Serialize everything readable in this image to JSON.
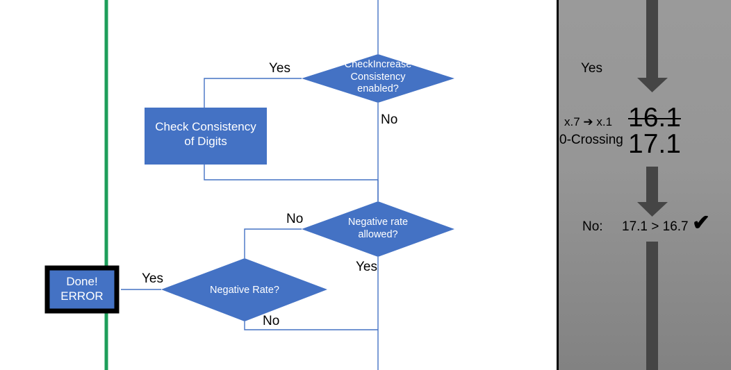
{
  "colors": {
    "shape_fill": "#4472C4",
    "shape_text": "#FFFFFF",
    "connector": "#4472C4",
    "green_line": "#1E9E5A",
    "panel_bg": "#969696",
    "panel_arrow": "#454545",
    "label_text": "#000000"
  },
  "flowchart": {
    "nodes": [
      {
        "id": "check-increase-consistency",
        "type": "decision",
        "label": "CheckIncrease\nConsistency\nenabled?"
      },
      {
        "id": "check-consistency-of-digits",
        "type": "process",
        "label": "Check Consistency\nof Digits"
      },
      {
        "id": "negative-rate-allowed",
        "type": "decision",
        "label": "Negative rate\nallowed?"
      },
      {
        "id": "negative-rate",
        "type": "decision",
        "label": "Negative Rate?"
      },
      {
        "id": "done-error",
        "type": "terminal",
        "label": "Done!\nERROR"
      }
    ],
    "edge_labels": {
      "consistency_yes": "Yes",
      "consistency_no": "No",
      "negative_allowed_no": "No",
      "negative_allowed_yes": "Yes",
      "negative_rate_yes": "Yes",
      "negative_rate_no": "No"
    }
  },
  "panel": {
    "branch_label": "Yes",
    "transition_label": "x.7 ➔ x.1",
    "crossing_label": "0-Crossing",
    "value_struck": "16.1",
    "value_current": "17.1",
    "result_prefix": "No:",
    "comparison": "17.1 > 16.7",
    "check_mark": "✔"
  }
}
